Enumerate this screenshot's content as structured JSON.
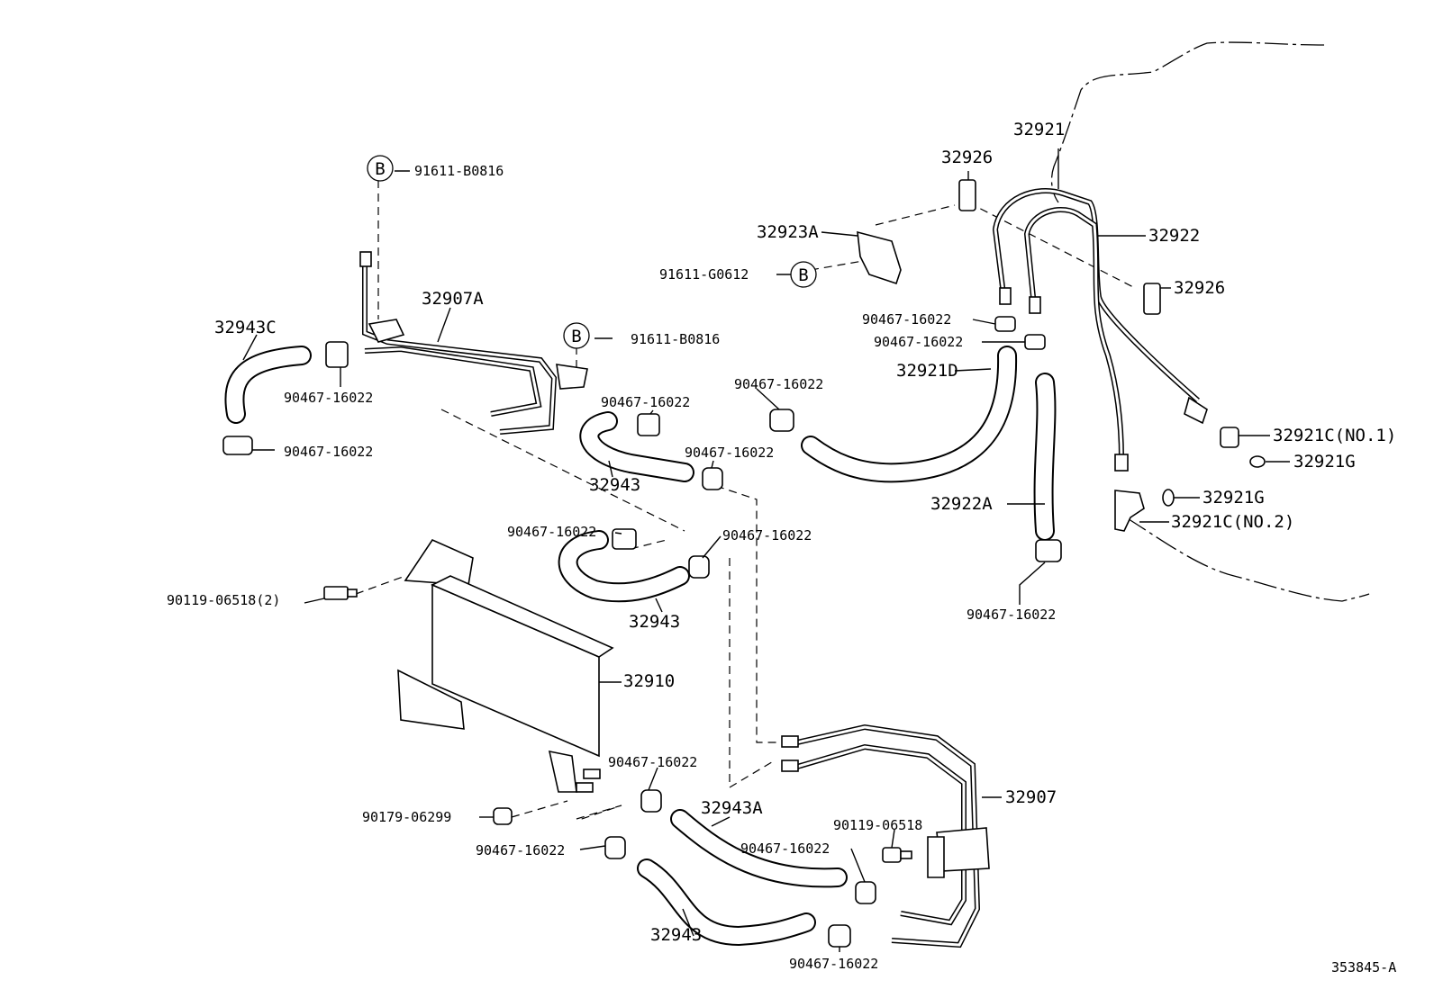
{
  "labels": {
    "p91611_b0816_top": "91611-B0816",
    "p32907A": "32907A",
    "p32943C": "32943C",
    "p90467_a": "90467-16022",
    "p90467_b": "90467-16022",
    "p91611_b0816_mid": "91611-B0816",
    "p90467_c": "90467-16022",
    "p90467_d": "90467-16022",
    "p32943_a": "32943",
    "p90467_e": "90467-16022",
    "p90467_f": "90467-16022",
    "p90467_g": "90467-16022",
    "p32943_b": "32943",
    "p90119_06518_2": "90119-06518(2)",
    "p32910": "32910",
    "p90467_h": "90467-16022",
    "p32943A": "32943A",
    "p90179_06299": "90179-06299",
    "p90467_i": "90467-16022",
    "p90467_j": "90467-16022",
    "p32943_c": "32943",
    "p90467_k": "90467-16022",
    "p90119_06518": "90119-06518",
    "p32907": "32907",
    "p32921": "32921",
    "p32926_a": "32926",
    "p32923A": "32923A",
    "p91611_g0612": "91611-G0612",
    "p32922": "32922",
    "p32926_b": "32926",
    "p90467_l": "90467-16022",
    "p90467_m": "90467-16022",
    "p32921D": "32921D",
    "p32921C_no1": "32921C(NO.1)",
    "p32921G_a": "32921G",
    "p32921G_b": "32921G",
    "p32921C_no2": "32921C(NO.2)",
    "p32922A": "32922A",
    "p90467_n": "90467-16022",
    "ref_number": "353845-A"
  },
  "bubbles": {
    "b1": "B",
    "b2": "B",
    "b3": "B"
  }
}
